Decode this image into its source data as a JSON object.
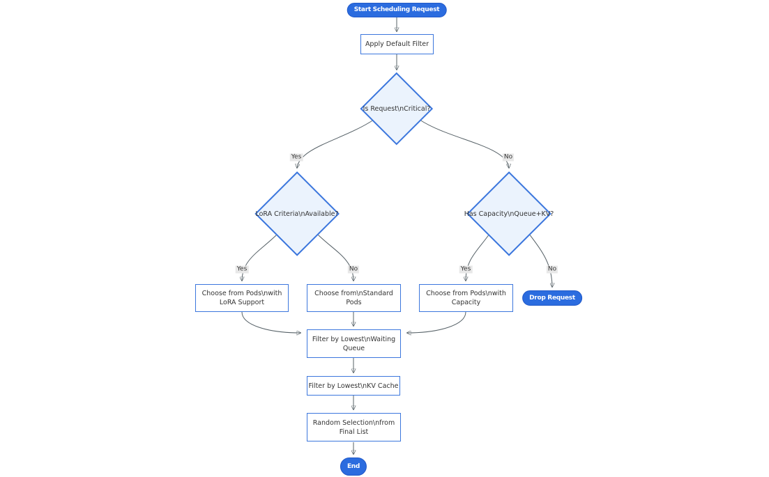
{
  "diagram": {
    "type": "flowchart",
    "colors": {
      "terminal_fill": "#2b6cdf",
      "terminal_text": "#ffffff",
      "node_border": "#3b76dd",
      "decision_fill": "#ebf3fd",
      "process_fill": "#ffffff",
      "node_text": "#333333",
      "edge_line": "#556066",
      "edge_label_bg": "#e8e8e8"
    },
    "nodes": {
      "start": {
        "type": "terminal",
        "label": [
          "Start Scheduling Request"
        ]
      },
      "apply_filter": {
        "type": "process",
        "label": [
          "Apply Default Filter"
        ]
      },
      "is_critical": {
        "type": "decision",
        "label": [
          "Is Request\\nCritical?"
        ]
      },
      "lora_criteria": {
        "type": "decision",
        "label": [
          "LoRA Criteria\\nAvailable?"
        ]
      },
      "has_capacity": {
        "type": "decision",
        "label": [
          "Has Capacity\\nQueue+KV?"
        ]
      },
      "choose_lora": {
        "type": "process",
        "label": [
          "Choose from Pods\\nwith",
          "LoRA Support"
        ]
      },
      "choose_standard": {
        "type": "process",
        "label": [
          "Choose from\\nStandard",
          "Pods"
        ]
      },
      "choose_capacity": {
        "type": "process",
        "label": [
          "Choose from Pods\\nwith",
          "Capacity"
        ]
      },
      "drop_request": {
        "type": "terminal",
        "label": [
          "Drop Request"
        ]
      },
      "filter_waiting": {
        "type": "process",
        "label": [
          "Filter by Lowest\\nWaiting",
          "Queue"
        ]
      },
      "filter_kv": {
        "type": "process",
        "label": [
          "Filter by Lowest\\nKV Cache"
        ]
      },
      "random_selection": {
        "type": "process",
        "label": [
          "Random Selection\\nfrom",
          "Final List"
        ]
      },
      "end": {
        "type": "terminal",
        "label": [
          "End"
        ]
      }
    },
    "edge_labels": [
      {
        "text": "Yes"
      },
      {
        "text": "No"
      },
      {
        "text": "Yes"
      },
      {
        "text": "No"
      },
      {
        "text": "Yes"
      },
      {
        "text": "No"
      }
    ]
  }
}
